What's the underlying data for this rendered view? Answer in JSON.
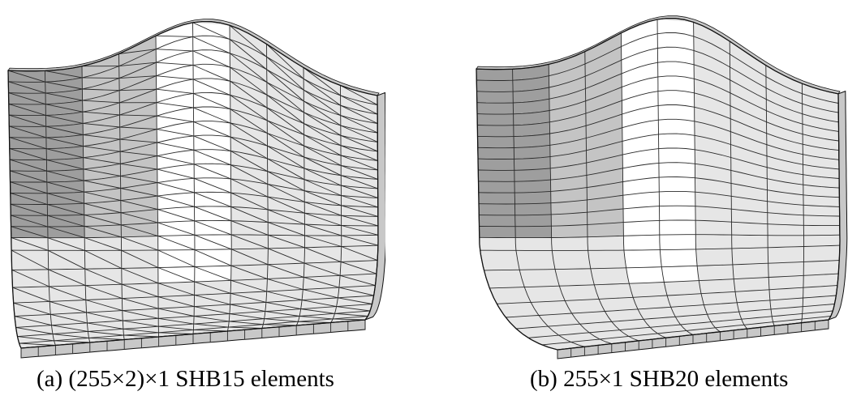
{
  "figure": {
    "panels": [
      {
        "id": "a",
        "caption": "(a) (255×2)×1 SHB15 elements",
        "element_type": "triangular-prism",
        "mesh": {
          "circumferential": 10,
          "vertical": 24,
          "bottom_rings": 8
        }
      },
      {
        "id": "b",
        "caption": "(b) 255×1 SHB20 elements",
        "element_type": "quadrilateral-hexahedral",
        "mesh": {
          "circumferential": 10,
          "vertical": 24,
          "bottom_rings": 8
        }
      }
    ],
    "colors": {
      "dark_shade": "#9e9e9e",
      "mid_shade": "#c4c4c4",
      "light_shade": "#e6e6e6",
      "highlight": "#ffffff",
      "rim_side": "#c8c8c8",
      "mesh_line": "#2a2a2a"
    }
  }
}
